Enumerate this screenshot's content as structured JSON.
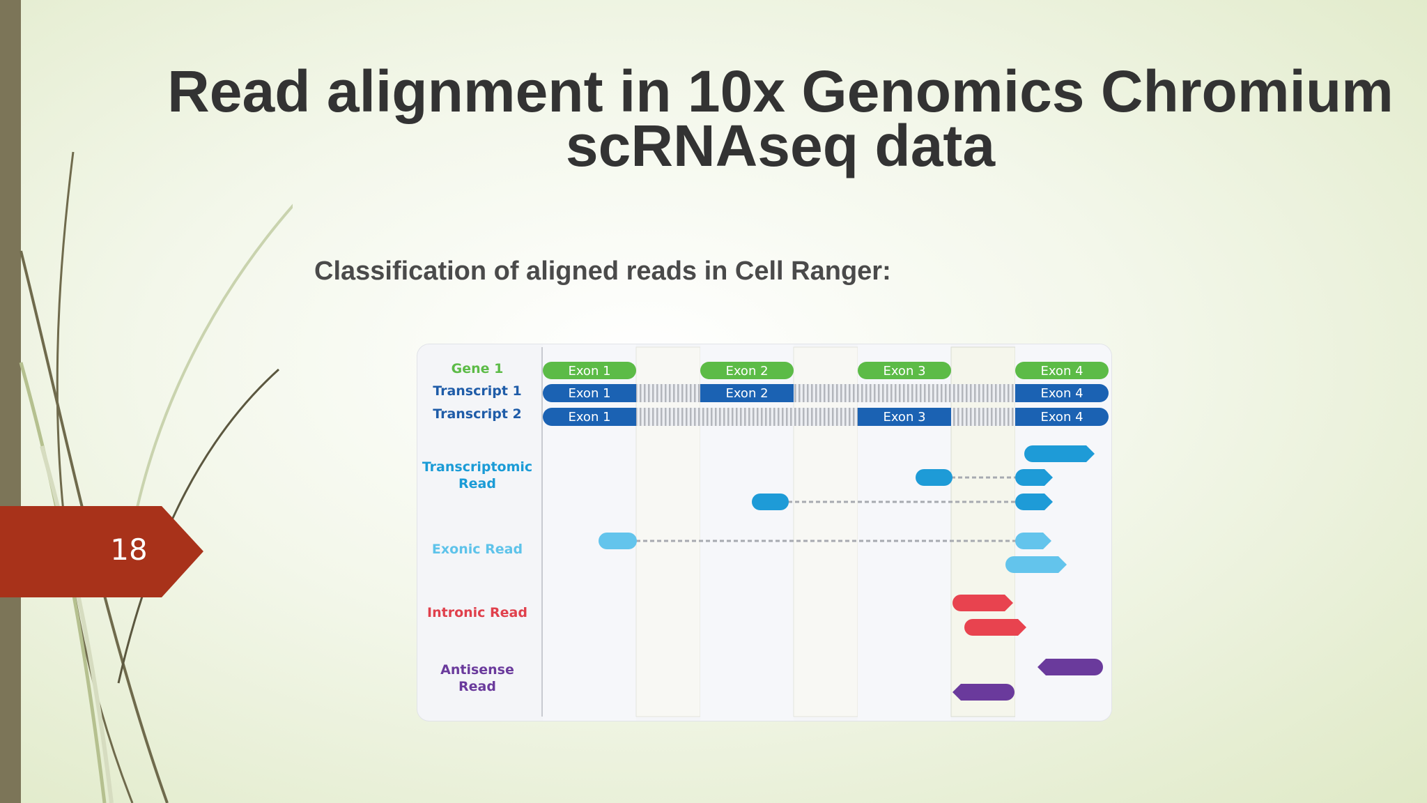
{
  "slide": {
    "title_line1": "Read alignment in 10x Genomics Chromium",
    "title_line2": "scRNAseq data",
    "subtitle": "Classification of aligned reads in Cell Ranger:",
    "slide_number": "18"
  },
  "diagram": {
    "row_labels": {
      "gene1": "Gene 1",
      "transcript1": "Transcript 1",
      "transcript2": "Transcript 2",
      "transcriptomic_line1": "Transcriptomic",
      "transcriptomic_line2": "Read",
      "exonic": "Exonic Read",
      "intronic": "Intronic Read",
      "antisense_line1": "Antisense",
      "antisense_line2": "Read"
    },
    "exon_labels": {
      "exon1": "Exon 1",
      "exon2": "Exon 2",
      "exon3": "Exon 3",
      "exon4": "Exon 4"
    },
    "colors": {
      "gene_green": "#5cbb47",
      "transcript_blue": "#1b62b3",
      "transcriptomic_read": "#1e9bd7",
      "exonic_read": "#63c4ec",
      "intronic_read": "#e8434f",
      "antisense_read": "#6a3a9c",
      "label_green": "#5cbb47",
      "label_dark_blue": "#1f5ca8",
      "label_teal": "#1a9bd6",
      "label_light_blue": "#5ec3ea",
      "label_red": "#e0404c",
      "label_purple": "#6a3a9c"
    }
  }
}
